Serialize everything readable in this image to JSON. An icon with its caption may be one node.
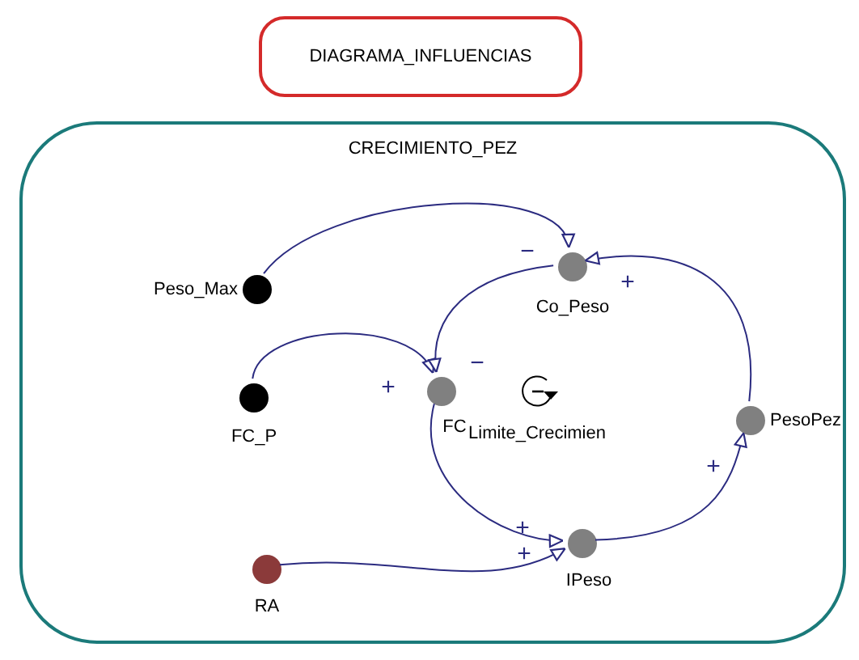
{
  "diagram": {
    "nodes": [
      {
        "text": [
          "DIAGRAMA_INFLUENCIAS"
        ]
      },
      {
        "text": [
          "CRECIMIENTO_PEZ"
        ]
      },
      {
        "text": [],
        "shape": "circle",
        "beside": [
          "Peso_Max"
        ],
        "in": 1
      },
      {
        "text": [],
        "shape": "circle",
        "beside": [
          "Co_Peso"
        ],
        "in": 1
      },
      {
        "text": [],
        "shape": "circle",
        "beside": [
          "FC_P"
        ],
        "in": 1
      },
      {
        "text": [],
        "shape": "circle",
        "beside": [
          "FC"
        ],
        "in": 1
      },
      {
        "text": [],
        "shape": "circle",
        "beside": [
          "PesoPez"
        ],
        "in": 1
      },
      {
        "text": [],
        "shape": "circle",
        "beside": [
          "IPeso"
        ],
        "in": 1
      },
      {
        "text": [],
        "shape": "circle",
        "beside": [
          "RA"
        ],
        "in": 1
      }
    ],
    "edges": [
      {
        "from": 2,
        "to": 3,
        "arrow": "to",
        "label": "−"
      },
      {
        "from": 4,
        "to": 5,
        "arrow": "to",
        "label": "+"
      },
      {
        "from": 3,
        "to": 5,
        "arrow": "to",
        "label": "−"
      },
      {
        "from": 5,
        "to": 7,
        "arrow": "to",
        "label": "+"
      },
      {
        "from": 8,
        "to": 7,
        "arrow": "to",
        "label": "+"
      },
      {
        "from": 7,
        "to": 6,
        "arrow": "to",
        "label": "+"
      },
      {
        "from": 6,
        "to": 3,
        "arrow": "to",
        "label": "+"
      }
    ],
    "labels": [
      "Limite_Crecimien"
    ]
  }
}
